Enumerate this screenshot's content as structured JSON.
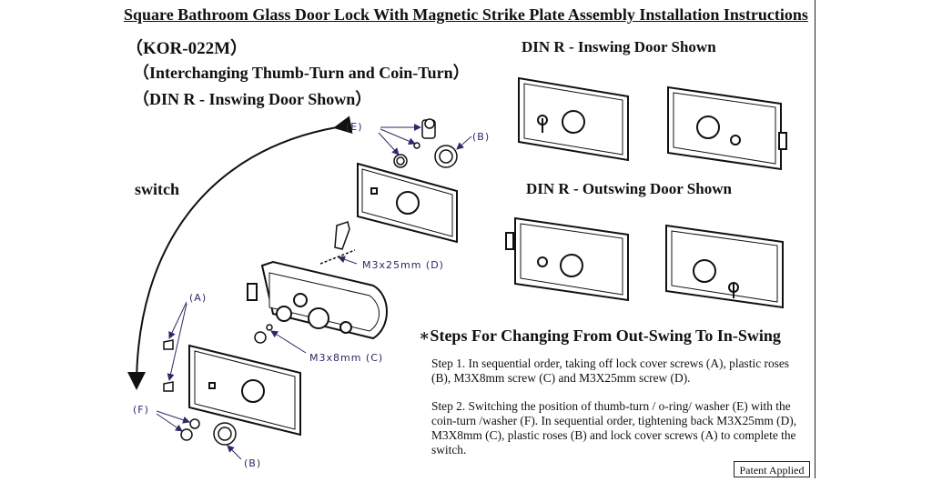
{
  "title": "Square Bathroom Glass Door Lock With Magnetic Strike Plate Assembly Installation Instructions",
  "model": "（KOR-022M）",
  "subtitle_1": "（Interchanging Thumb-Turn and Coin-Turn）",
  "subtitle_2": "（DIN R - Inswing Door Shown）",
  "din_inswing": "DIN R - Inswing Door Shown",
  "din_outswing": "DIN R - Outswing Door Shown",
  "switch_label": "switch",
  "part_labels": {
    "e": "(E)",
    "b_top": "(B)",
    "d": "M3x25mm (D)",
    "a": "(A)",
    "c": "M3x8mm (C)",
    "f": "(F)",
    "b_bottom": "(B)"
  },
  "steps": {
    "heading": "∗Steps For Changing From Out-Swing To In-Swing",
    "step1": "Step 1. In sequential order, taking off lock cover screws (A), plastic roses (B), M3X8mm screw (C) and M3X25mm screw (D).",
    "step2": "Step 2. Switching the position of thumb-turn / o-ring/ washer (E) with the coin-turn /washer (F). In sequential order, tightening back M3X25mm (D), M3X8mm (C), plastic roses (B) and lock cover screws (A) to complete the switch."
  },
  "patent": "Patent Applied"
}
